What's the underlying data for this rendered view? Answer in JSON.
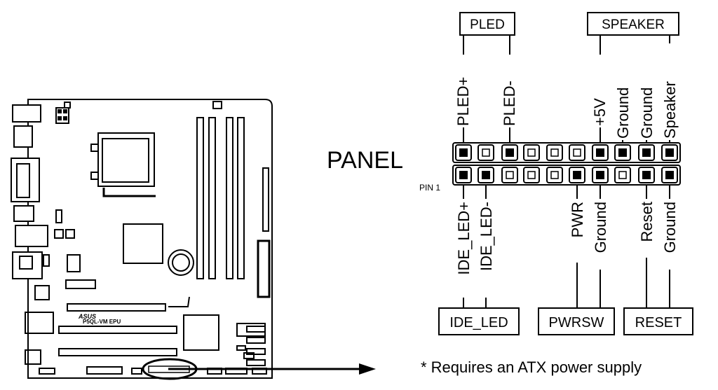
{
  "header": "PANEL",
  "pin1_label": "PIN 1",
  "board_model": "P5QL-VM EPU",
  "brand_logo": "ASUS",
  "top_groups": {
    "pled": "PLED",
    "speaker": "SPEAKER"
  },
  "bottom_groups": {
    "ide_led": "IDE_LED",
    "pwrsw": "PWRSW",
    "reset": "RESET"
  },
  "top_pins": [
    "PLED+",
    "PLED-",
    "+5V",
    "Ground",
    "Ground",
    "Speaker"
  ],
  "bottom_pins": [
    "IDE_LED+",
    "IDE_LED-",
    "PWR",
    "Ground",
    "Reset",
    "Ground"
  ],
  "footnote": "* Requires an ATX power supply"
}
